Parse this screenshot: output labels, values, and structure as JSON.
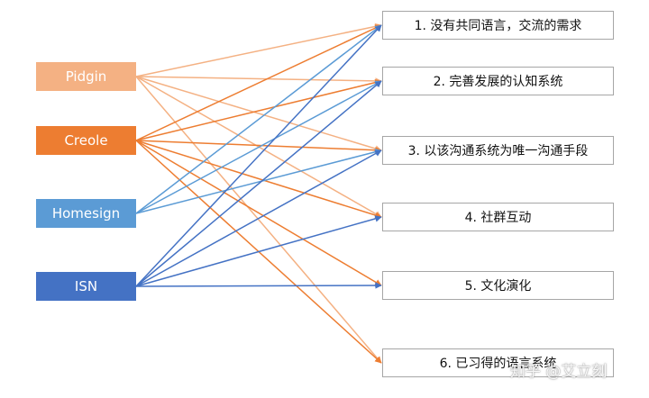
{
  "sources": [
    {
      "id": "pidgin",
      "label": "Pidgin",
      "color": "#f4b183"
    },
    {
      "id": "creole",
      "label": "Creole",
      "color": "#ed7d31"
    },
    {
      "id": "homesign",
      "label": "Homesign",
      "color": "#5b9bd5"
    },
    {
      "id": "isn",
      "label": "ISN",
      "color": "#4472c4"
    }
  ],
  "targets": [
    {
      "id": "t1",
      "label": "1. 没有共同语言，交流的需求"
    },
    {
      "id": "t2",
      "label": "2. 完善发展的认知系统"
    },
    {
      "id": "t3",
      "label": "3. 以该沟通系统为唯一沟通手段"
    },
    {
      "id": "t4",
      "label": "4. 社群互动"
    },
    {
      "id": "t5",
      "label": "5. 文化演化"
    },
    {
      "id": "t6",
      "label": "6. 已习得的语言系统"
    }
  ],
  "links": [
    {
      "from": 0,
      "to": 0
    },
    {
      "from": 0,
      "to": 1
    },
    {
      "from": 0,
      "to": 2
    },
    {
      "from": 0,
      "to": 3
    },
    {
      "from": 0,
      "to": 5
    },
    {
      "from": 1,
      "to": 0
    },
    {
      "from": 1,
      "to": 1
    },
    {
      "from": 1,
      "to": 2
    },
    {
      "from": 1,
      "to": 3
    },
    {
      "from": 1,
      "to": 4
    },
    {
      "from": 1,
      "to": 5
    },
    {
      "from": 2,
      "to": 0
    },
    {
      "from": 2,
      "to": 1
    },
    {
      "from": 2,
      "to": 2
    },
    {
      "from": 3,
      "to": 0
    },
    {
      "from": 3,
      "to": 1
    },
    {
      "from": 3,
      "to": 2
    },
    {
      "from": 3,
      "to": 3
    },
    {
      "from": 3,
      "to": 4
    }
  ],
  "watermark": "知乎 @艾立刻"
}
